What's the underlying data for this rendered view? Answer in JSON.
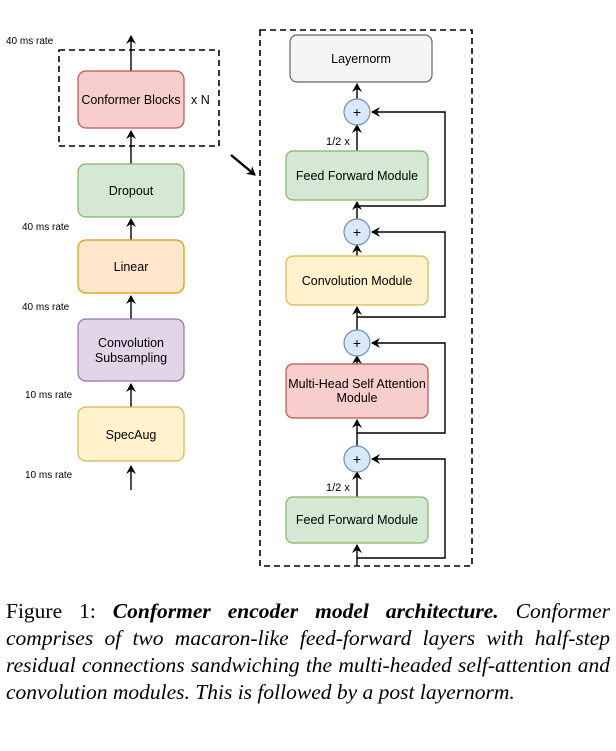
{
  "encoder": {
    "blocks": {
      "specaug": "SpecAug",
      "subsampling_line1": "Convolution",
      "subsampling_line2": "Subsampling",
      "linear": "Linear",
      "dropout": "Dropout",
      "conformer": "Conformer Blocks"
    },
    "repeat_label": "x N",
    "rates": {
      "input": "10 ms rate",
      "after_specaug": "10 ms rate",
      "after_subsampling": "40 ms rate",
      "after_linear": "40 ms rate",
      "output": "40 ms rate"
    }
  },
  "conformer_block": {
    "layernorm": "Layernorm",
    "ffn_top": "Feed Forward Module",
    "conv": "Convolution Module",
    "mhsa_line1": "Multi-Head Self Attention",
    "mhsa_line2": "Module",
    "ffn_bottom": "Feed Forward Module",
    "plus": "+",
    "half_top": "1/2 x",
    "half_bottom": "1/2 x"
  },
  "caption": {
    "label": "Figure 1:",
    "title": "Conformer encoder model architecture.",
    "body": "Conformer comprises of two macaron-like feed-forward layers with half-step residual connections sandwiching the multi-headed self-attention and convolution modules. This is followed by a post layernorm."
  },
  "colors": {
    "green_fill": "#d5e8d4",
    "green_stroke": "#82b366",
    "orange_fill": "#ffe6cc",
    "orange_stroke": "#d79b00",
    "purple_fill": "#e1d5e7",
    "purple_stroke": "#9673a6",
    "yellow_fill": "#fff2cc",
    "yellow_stroke": "#d6b656",
    "red_fill": "#f8cecc",
    "red_stroke": "#b85450",
    "gray_fill": "#f5f5f5",
    "gray_stroke": "#666666",
    "blue_fill": "#dae8fc",
    "blue_stroke": "#6c8ebf"
  }
}
